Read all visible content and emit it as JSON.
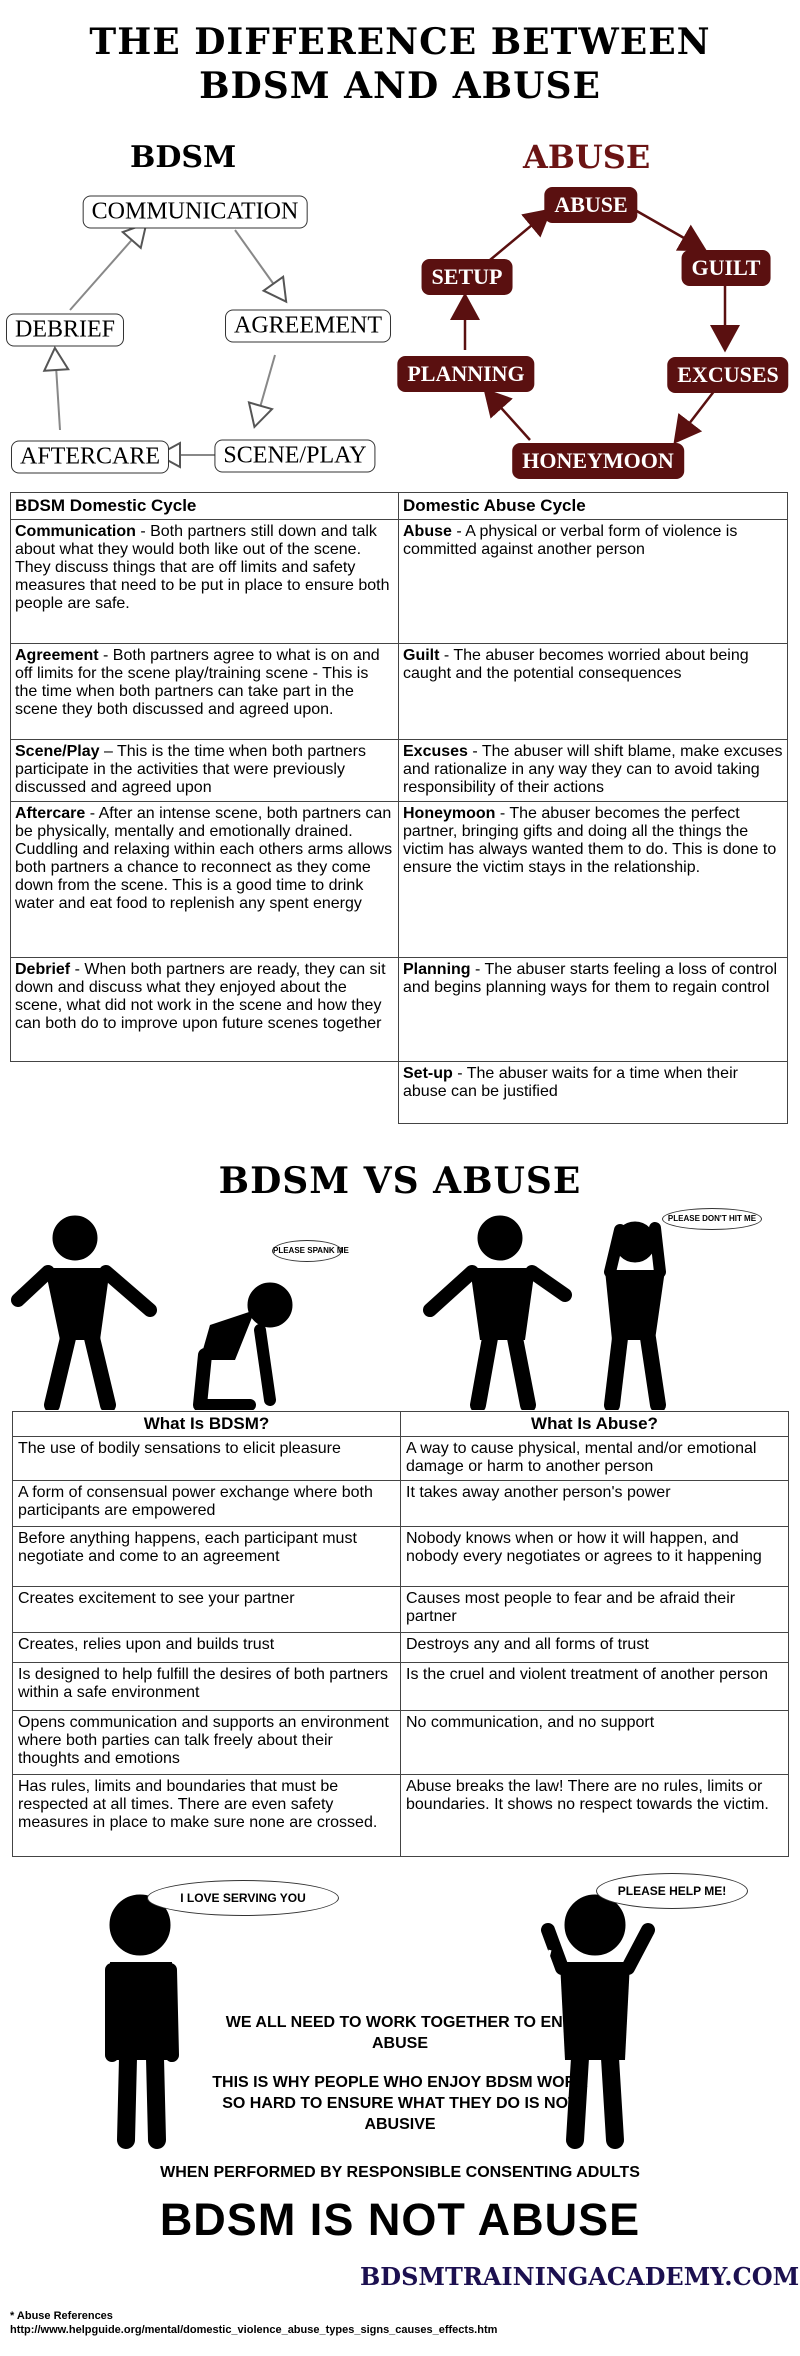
{
  "header": {
    "title_line1": "THE DIFFERENCE BETWEEN",
    "title_line2": "BDSM AND ABUSE"
  },
  "bdsm_cycle": {
    "heading": "BDSM",
    "nodes": [
      "COMMUNICATION",
      "AGREEMENT",
      "SCENE/PLAY",
      "AFTERCARE",
      "DEBRIEF"
    ]
  },
  "abuse_cycle": {
    "heading": "ABUSE",
    "nodes": [
      "ABUSE",
      "GUILT",
      "EXCUSES",
      "HONEYMOON",
      "PLANNING",
      "SETUP"
    ],
    "color": "#5a1010"
  },
  "cycle_table": {
    "headers": [
      "BDSM Domestic Cycle",
      "Domestic Abuse Cycle"
    ],
    "rows": [
      [
        {
          "term": "Communication",
          "text": " - Both partners still down and talk about what they would both like out of the scene.  They discuss things that are off limits and safety measures that need to be put in place to ensure both people are safe."
        },
        {
          "term": "Abuse",
          "text": " - A physical or verbal form of violence is committed against another person"
        }
      ],
      [
        {
          "term": "Agreement",
          "text": " - Both partners agree to what is on and off limits for the scene play/training scene - This is the time when both partners can take part in the scene they both discussed and agreed upon."
        },
        {
          "term": "Guilt",
          "text": " - The abuser becomes worried about being caught and the potential consequences"
        }
      ],
      [
        {
          "term": "Scene/Play",
          "text": " – This is the time when both partners participate in the activities that were previously discussed and agreed upon"
        },
        {
          "term": "Excuses",
          "text": " - The abuser will shift blame, make excuses and rationalize in any way they can to avoid taking responsibility of their actions"
        }
      ],
      [
        {
          "term": "Aftercare",
          "text": " -  After an intense scene, both partners can be physically, mentally and emotionally drained.  Cuddling and relaxing within each others arms allows both partners a chance to reconnect as they come down from the scene. This is a good time to  drink water and eat food to replenish any spent energy"
        },
        {
          "term": "Honeymoon",
          "text": " - The abuser becomes the perfect partner, bringing gifts and doing all the things the victim has always wanted them to do. This is done to ensure the victim stays in the relationship."
        }
      ],
      [
        {
          "term": "Debrief",
          "text": " - When both partners are ready, they can sit down and discuss what they enjoyed about the scene, what did not work in the scene and how they can both do to improve upon future scenes together"
        },
        {
          "term": "Planning",
          "text": " - The abuser starts feeling a loss of control and begins planning ways for them to regain control"
        }
      ],
      [
        null,
        {
          "term": "Set-up",
          "text": " - The abuser waits for a time when their abuse can be justified"
        }
      ]
    ]
  },
  "vs_section": {
    "title": "BDSM VS ABUSE",
    "bubble_left": "PLEASE SPANK ME",
    "bubble_right": "PLEASE DON'T HIT ME"
  },
  "compare_table": {
    "headers": [
      "What Is BDSM?",
      "What Is Abuse?"
    ],
    "rows": [
      [
        "The use of bodily sensations to elicit pleasure",
        "A way to cause physical, mental and/or emotional damage or harm to another person"
      ],
      [
        "A form of consensual power exchange where both participants are empowered",
        "It takes away another person's power"
      ],
      [
        "Before anything happens, each participant must negotiate and come to an agreement",
        "Nobody knows when or how it will happen, and nobody every negotiates or agrees to it happening"
      ],
      [
        "Creates excitement to see your partner",
        "Causes most people to fear and be afraid their partner"
      ],
      [
        "Creates, relies upon and builds trust",
        "Destroys any and all forms of trust"
      ],
      [
        "Is designed to help fulfill the desires of both partners within a safe environment",
        "Is the cruel and violent treatment of another person"
      ],
      [
        "Opens communication and supports an environment where both parties can talk freely about their thoughts and emotions",
        "No communication, and no support"
      ],
      [
        "Has rules, limits and boundaries that must be respected at all times. There are even safety measures in place to make sure none are crossed.",
        "Abuse breaks the law! There are no rules, limits or boundaries. It shows no respect towards the victim."
      ]
    ]
  },
  "footer": {
    "bubble_left": "I LOVE SERVING YOU",
    "bubble_right": "PLEASE HELP ME!",
    "message1": "WE ALL NEED TO WORK TOGETHER TO END ABUSE",
    "message2": "THIS IS WHY PEOPLE WHO ENJOY BDSM WORK SO HARD TO ENSURE WHAT THEY DO IS NOT ABUSIVE",
    "message3": "WHEN PERFORMED BY RESPONSIBLE CONSENTING ADULTS",
    "slogan": "BDSM IS NOT ABUSE",
    "brand": "BDSMTRAININGACADEMY.COM",
    "ref_label": "* Abuse References",
    "ref_url": "http://www.helpguide.org/mental/domestic_violence_abuse_types_signs_causes_effects.htm"
  }
}
